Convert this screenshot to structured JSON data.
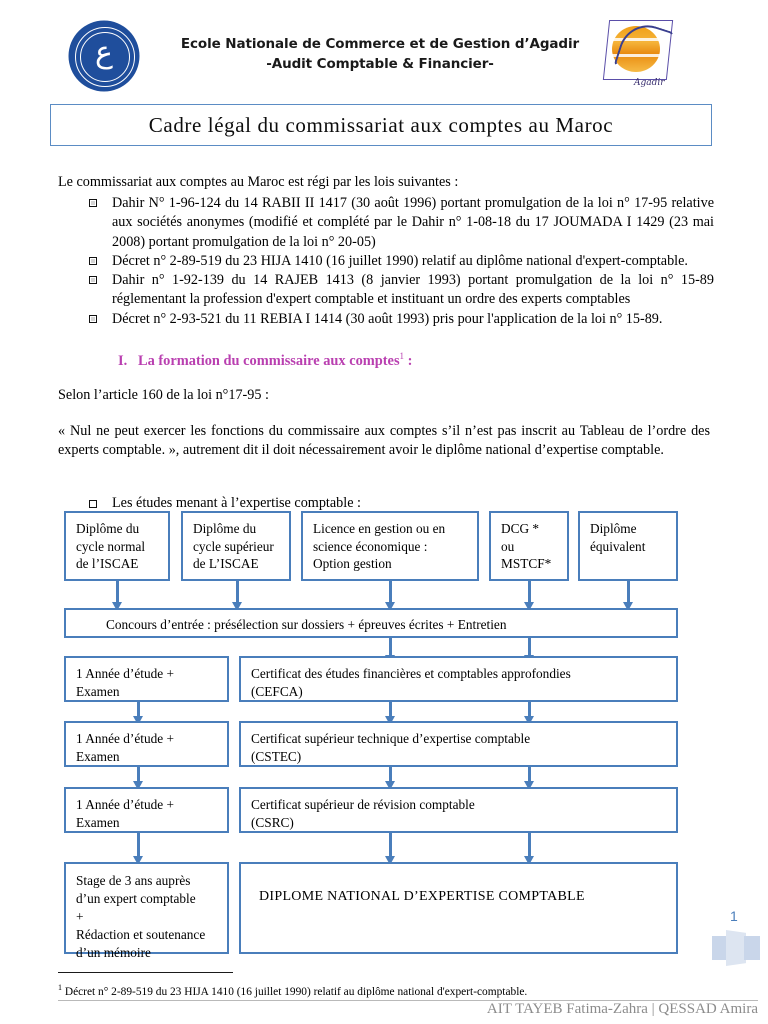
{
  "header": {
    "institution_line1": "Ecole Nationale de Commerce et de Gestion d’Agadir",
    "institution_line2": "-Audit Comptable & Financier-",
    "left_logo_name": "universite-ibn-zohr-seal",
    "right_logo_name": "encg-agadir-logo",
    "right_logo_caption": "Agadir"
  },
  "title": {
    "text": "Cadre légal du commissariat aux comptes au Maroc"
  },
  "body": {
    "intro": "Le commissariat aux comptes au Maroc est régi par les lois suivantes :",
    "laws": [
      "Dahir N° 1-96-124 du 14 RABII II 1417 (30 août 1996) portant promulgation de la loi n° 17-95 relative aux sociétés anonymes (modifié et complété par le Dahir n° 1-08-18 du 17 JOUMADA I 1429 (23 mai 2008) portant promulgation de la loi n° 20-05)",
      "Décret n° 2-89-519 du 23 HIJA 1410 (16 juillet 1990) relatif au diplôme national d'expert-comptable.",
      "Dahir n° 1-92-139 du 14 RAJEB 1413 (8 janvier 1993) portant promulgation de la loi n° 15-89 réglementant la profession d'expert comptable et instituant un  ordre des experts comptables",
      "Décret n° 2-93-521 du 11 REBIA I 1414 (30 août 1993) pris pour l'application de la loi n° 15-89."
    ],
    "section_number": "I.",
    "section_title": "La formation du commissaire aux comptes",
    "section_footnote_marker": "1",
    "section_colon": " :",
    "selon": "Selon l’article 160 de la loi n°17-95 :",
    "quote": "« Nul ne peut exercer les fonctions du commissaire aux comptes s’il n’est pas inscrit au Tableau de l’ordre des experts comptable. », autrement dit il doit nécessairement avoir le diplôme national d’expertise comptable.",
    "etudes_bullet": "Les études menant à l’expertise comptable :"
  },
  "flowchart": {
    "row1": [
      "Diplôme du\ncycle normal\nde l’ISCAE",
      "Diplôme du\ncycle supérieur\nde  L’ISCAE",
      "Licence en gestion ou en\nscience économique :\nOption gestion",
      "DCG *\nou\nMSTCF*",
      "Diplôme\néquivalent"
    ],
    "concours": "Concours d’entrée : présélection sur dossiers + épreuves écrites + Entretien",
    "steps": [
      {
        "left": "1 Année d’étude +\nExamen",
        "right": "Certificat des études financières et comptables approfondies\n   (CEFCA)"
      },
      {
        "left": "1 Année d’étude +\nExamen",
        "right": "Certificat supérieur technique d’expertise comptable\n(CSTEC)"
      },
      {
        "left": "1 Année d’étude +\nExamen",
        "right": "Certificat supérieur de révision comptable\n(CSRC)"
      }
    ],
    "final_left": "Stage de 3 ans auprès\nd’un expert comptable\n+\nRédaction et soutenance\nd’un mémoire",
    "final_right": "DIPLOME NATIONAL D’EXPERTISE COMPTABLE"
  },
  "footer": {
    "page_number": "1",
    "footnote_marker": "1",
    "footnote_text": " Décret n° 2-89-519 du 23 HIJA 1410 (16 juillet 1990)  relatif au diplôme national d'expert-comptable.",
    "authors": "AIT TAYEB Fatima-Zahra | QESSAD Amira"
  },
  "colors": {
    "box_border": "#4a7ebb",
    "title_border": "#5b8cc4",
    "section_heading": "#b93fb0",
    "seal_blue": "#1f4e9c",
    "logo_orange": "#f0a018",
    "footer_gray": "#8c8c8c"
  }
}
